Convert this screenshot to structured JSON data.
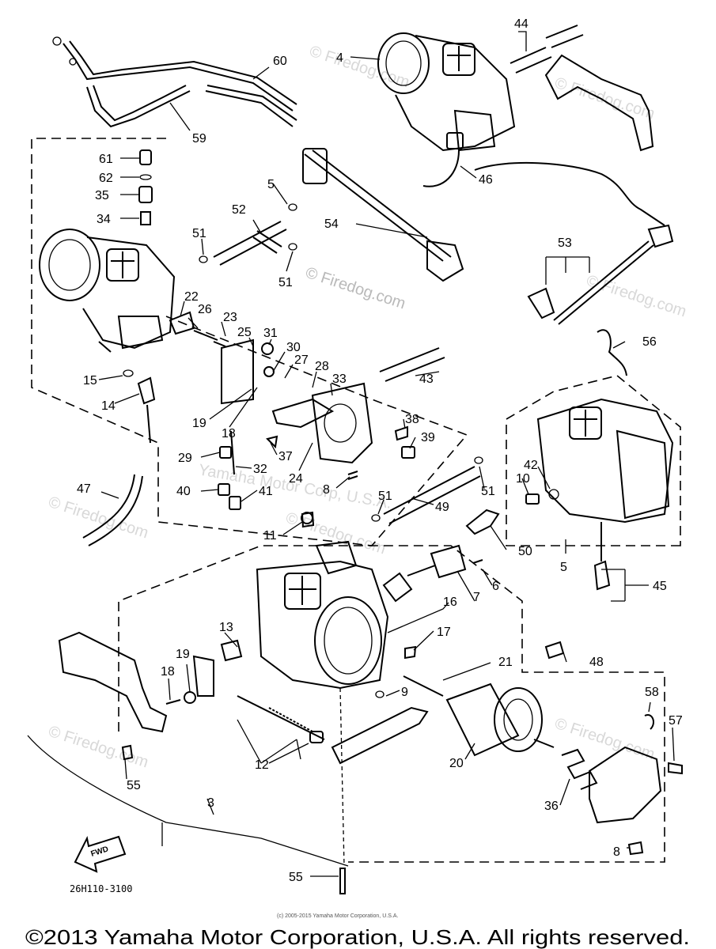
{
  "diagram": {
    "part_labels": [
      {
        "id": "44",
        "text": "44"
      },
      {
        "id": "4",
        "text": "4"
      },
      {
        "id": "60",
        "text": "60"
      },
      {
        "id": "59",
        "text": "59"
      },
      {
        "id": "61",
        "text": "61"
      },
      {
        "id": "62",
        "text": "62"
      },
      {
        "id": "35",
        "text": "35"
      },
      {
        "id": "34",
        "text": "34"
      },
      {
        "id": "5a",
        "text": "5"
      },
      {
        "id": "52",
        "text": "52"
      },
      {
        "id": "54",
        "text": "54"
      },
      {
        "id": "46",
        "text": "46"
      },
      {
        "id": "51a",
        "text": "51"
      },
      {
        "id": "51b",
        "text": "51"
      },
      {
        "id": "53",
        "text": "53"
      },
      {
        "id": "22",
        "text": "22"
      },
      {
        "id": "26",
        "text": "26"
      },
      {
        "id": "23",
        "text": "23"
      },
      {
        "id": "25",
        "text": "25"
      },
      {
        "id": "31",
        "text": "31"
      },
      {
        "id": "30",
        "text": "30"
      },
      {
        "id": "27",
        "text": "27"
      },
      {
        "id": "28",
        "text": "28"
      },
      {
        "id": "33",
        "text": "33"
      },
      {
        "id": "43",
        "text": "43"
      },
      {
        "id": "56",
        "text": "56"
      },
      {
        "id": "15",
        "text": "15"
      },
      {
        "id": "14",
        "text": "14"
      },
      {
        "id": "19a",
        "text": "19"
      },
      {
        "id": "18a",
        "text": "18"
      },
      {
        "id": "37",
        "text": "37"
      },
      {
        "id": "24",
        "text": "24"
      },
      {
        "id": "38",
        "text": "38"
      },
      {
        "id": "39",
        "text": "39"
      },
      {
        "id": "29",
        "text": "29"
      },
      {
        "id": "32",
        "text": "32"
      },
      {
        "id": "40",
        "text": "40"
      },
      {
        "id": "41",
        "text": "41"
      },
      {
        "id": "8a",
        "text": "8"
      },
      {
        "id": "47",
        "text": "47"
      },
      {
        "id": "51c",
        "text": "51"
      },
      {
        "id": "49",
        "text": "49"
      },
      {
        "id": "51d",
        "text": "51"
      },
      {
        "id": "42",
        "text": "42"
      },
      {
        "id": "10",
        "text": "10"
      },
      {
        "id": "11",
        "text": "11"
      },
      {
        "id": "50",
        "text": "50"
      },
      {
        "id": "5b",
        "text": "5"
      },
      {
        "id": "6",
        "text": "6"
      },
      {
        "id": "7",
        "text": "7"
      },
      {
        "id": "45",
        "text": "45"
      },
      {
        "id": "16",
        "text": "16"
      },
      {
        "id": "17",
        "text": "17"
      },
      {
        "id": "13",
        "text": "13"
      },
      {
        "id": "48",
        "text": "48"
      },
      {
        "id": "21",
        "text": "21"
      },
      {
        "id": "18b",
        "text": "18"
      },
      {
        "id": "19b",
        "text": "19"
      },
      {
        "id": "9",
        "text": "9"
      },
      {
        "id": "58",
        "text": "58"
      },
      {
        "id": "57",
        "text": "57"
      },
      {
        "id": "12",
        "text": "12"
      },
      {
        "id": "20",
        "text": "20"
      },
      {
        "id": "55a",
        "text": "55"
      },
      {
        "id": "36",
        "text": "36"
      },
      {
        "id": "3",
        "text": "3"
      },
      {
        "id": "8b",
        "text": "8"
      },
      {
        "id": "55b",
        "text": "55"
      }
    ],
    "fwd_label": "FWD",
    "drawing_code": "26H110-3100"
  },
  "watermarks": {
    "firedog_main": "© Firedog.com",
    "firedog_short": "© Firedog.com",
    "yamaha_mark": "Yamaha Motor Corp, U.S.A."
  },
  "fine_print": "(c) 2005-2015 Yamaha Motor Corporation, U.S.A.",
  "footer": "©2013 Yamaha Motor Corporation, U.S.A. All rights reserved."
}
